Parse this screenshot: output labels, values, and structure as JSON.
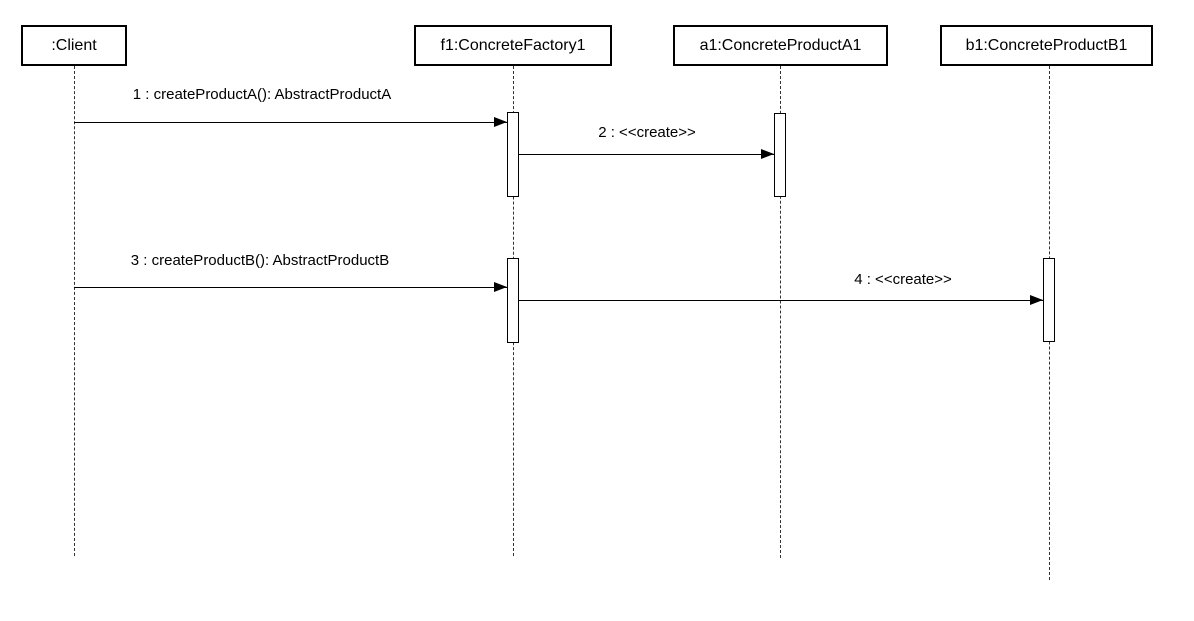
{
  "diagram": {
    "type": "uml-sequence-diagram",
    "colors": {
      "background": "#ffffff",
      "line": "#000000",
      "text": "#000000"
    },
    "lifelines": [
      {
        "id": "client",
        "label": ":Client"
      },
      {
        "id": "factory",
        "label": "f1:ConcreteFactory1"
      },
      {
        "id": "productA",
        "label": "a1:ConcreteProductA1"
      },
      {
        "id": "productB",
        "label": "b1:ConcreteProductB1"
      }
    ],
    "messages": [
      {
        "seq": 1,
        "label": "1 : createProductA(): AbstractProductA",
        "from": "client",
        "to": "factory"
      },
      {
        "seq": 2,
        "label": "2 : <<create>>",
        "from": "factory",
        "to": "productA"
      },
      {
        "seq": 3,
        "label": "3 : createProductB(): AbstractProductB",
        "from": "client",
        "to": "factory"
      },
      {
        "seq": 4,
        "label": "4 : <<create>>",
        "from": "factory",
        "to": "productB"
      }
    ]
  }
}
